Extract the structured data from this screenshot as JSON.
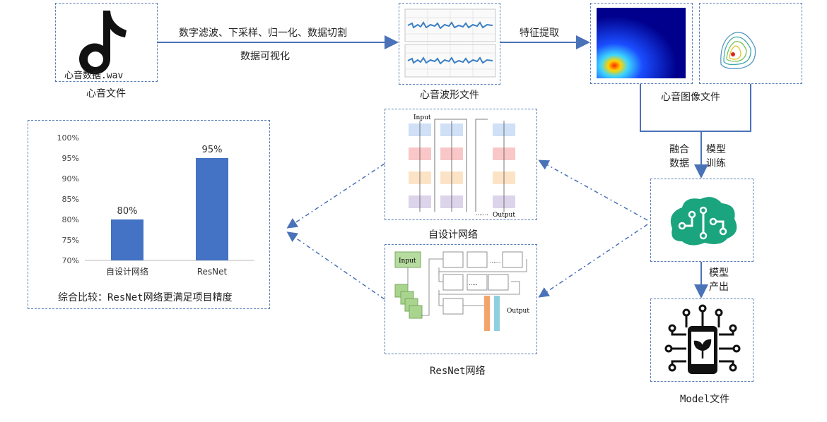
{
  "audio_file": {
    "filename": "心音数据.wav",
    "caption": "心音文件"
  },
  "arrow1": {
    "line1": "数字滤波、下采样、归一化、数据切割",
    "line2": "数据可视化"
  },
  "waveform": {
    "caption": "心音波形文件"
  },
  "arrow2": {
    "label": "特征提取"
  },
  "image_file": {
    "caption": "心音图像文件"
  },
  "fusion": {
    "label_left": "融合\n数据",
    "label_right": "模型\n训练"
  },
  "model_output": {
    "label": "模型\n产出"
  },
  "model_file": {
    "caption": "Model文件"
  },
  "custom_net": {
    "caption": "自设计网络",
    "input": "Input",
    "output": "Output"
  },
  "resnet": {
    "caption": "ResNet网络",
    "input": "Input",
    "output": "Output"
  },
  "comparison": {
    "caption": "综合比较：ResNet网络更满足项目精度",
    "accent": "#4472c4"
  },
  "chart_data": {
    "type": "bar",
    "categories": [
      "自设计网络",
      "ResNet"
    ],
    "values": [
      80,
      95
    ],
    "data_labels": [
      "80%",
      "95%"
    ],
    "ylim": [
      70,
      100
    ],
    "yticks": [
      "70%",
      "75%",
      "80%",
      "85%",
      "90%",
      "95%",
      "100%"
    ],
    "title": "",
    "xlabel": "",
    "ylabel": ""
  },
  "colors": {
    "arrow": "#4a72b8",
    "box_border": "#5a7fb5",
    "bar": "#4472c4"
  }
}
